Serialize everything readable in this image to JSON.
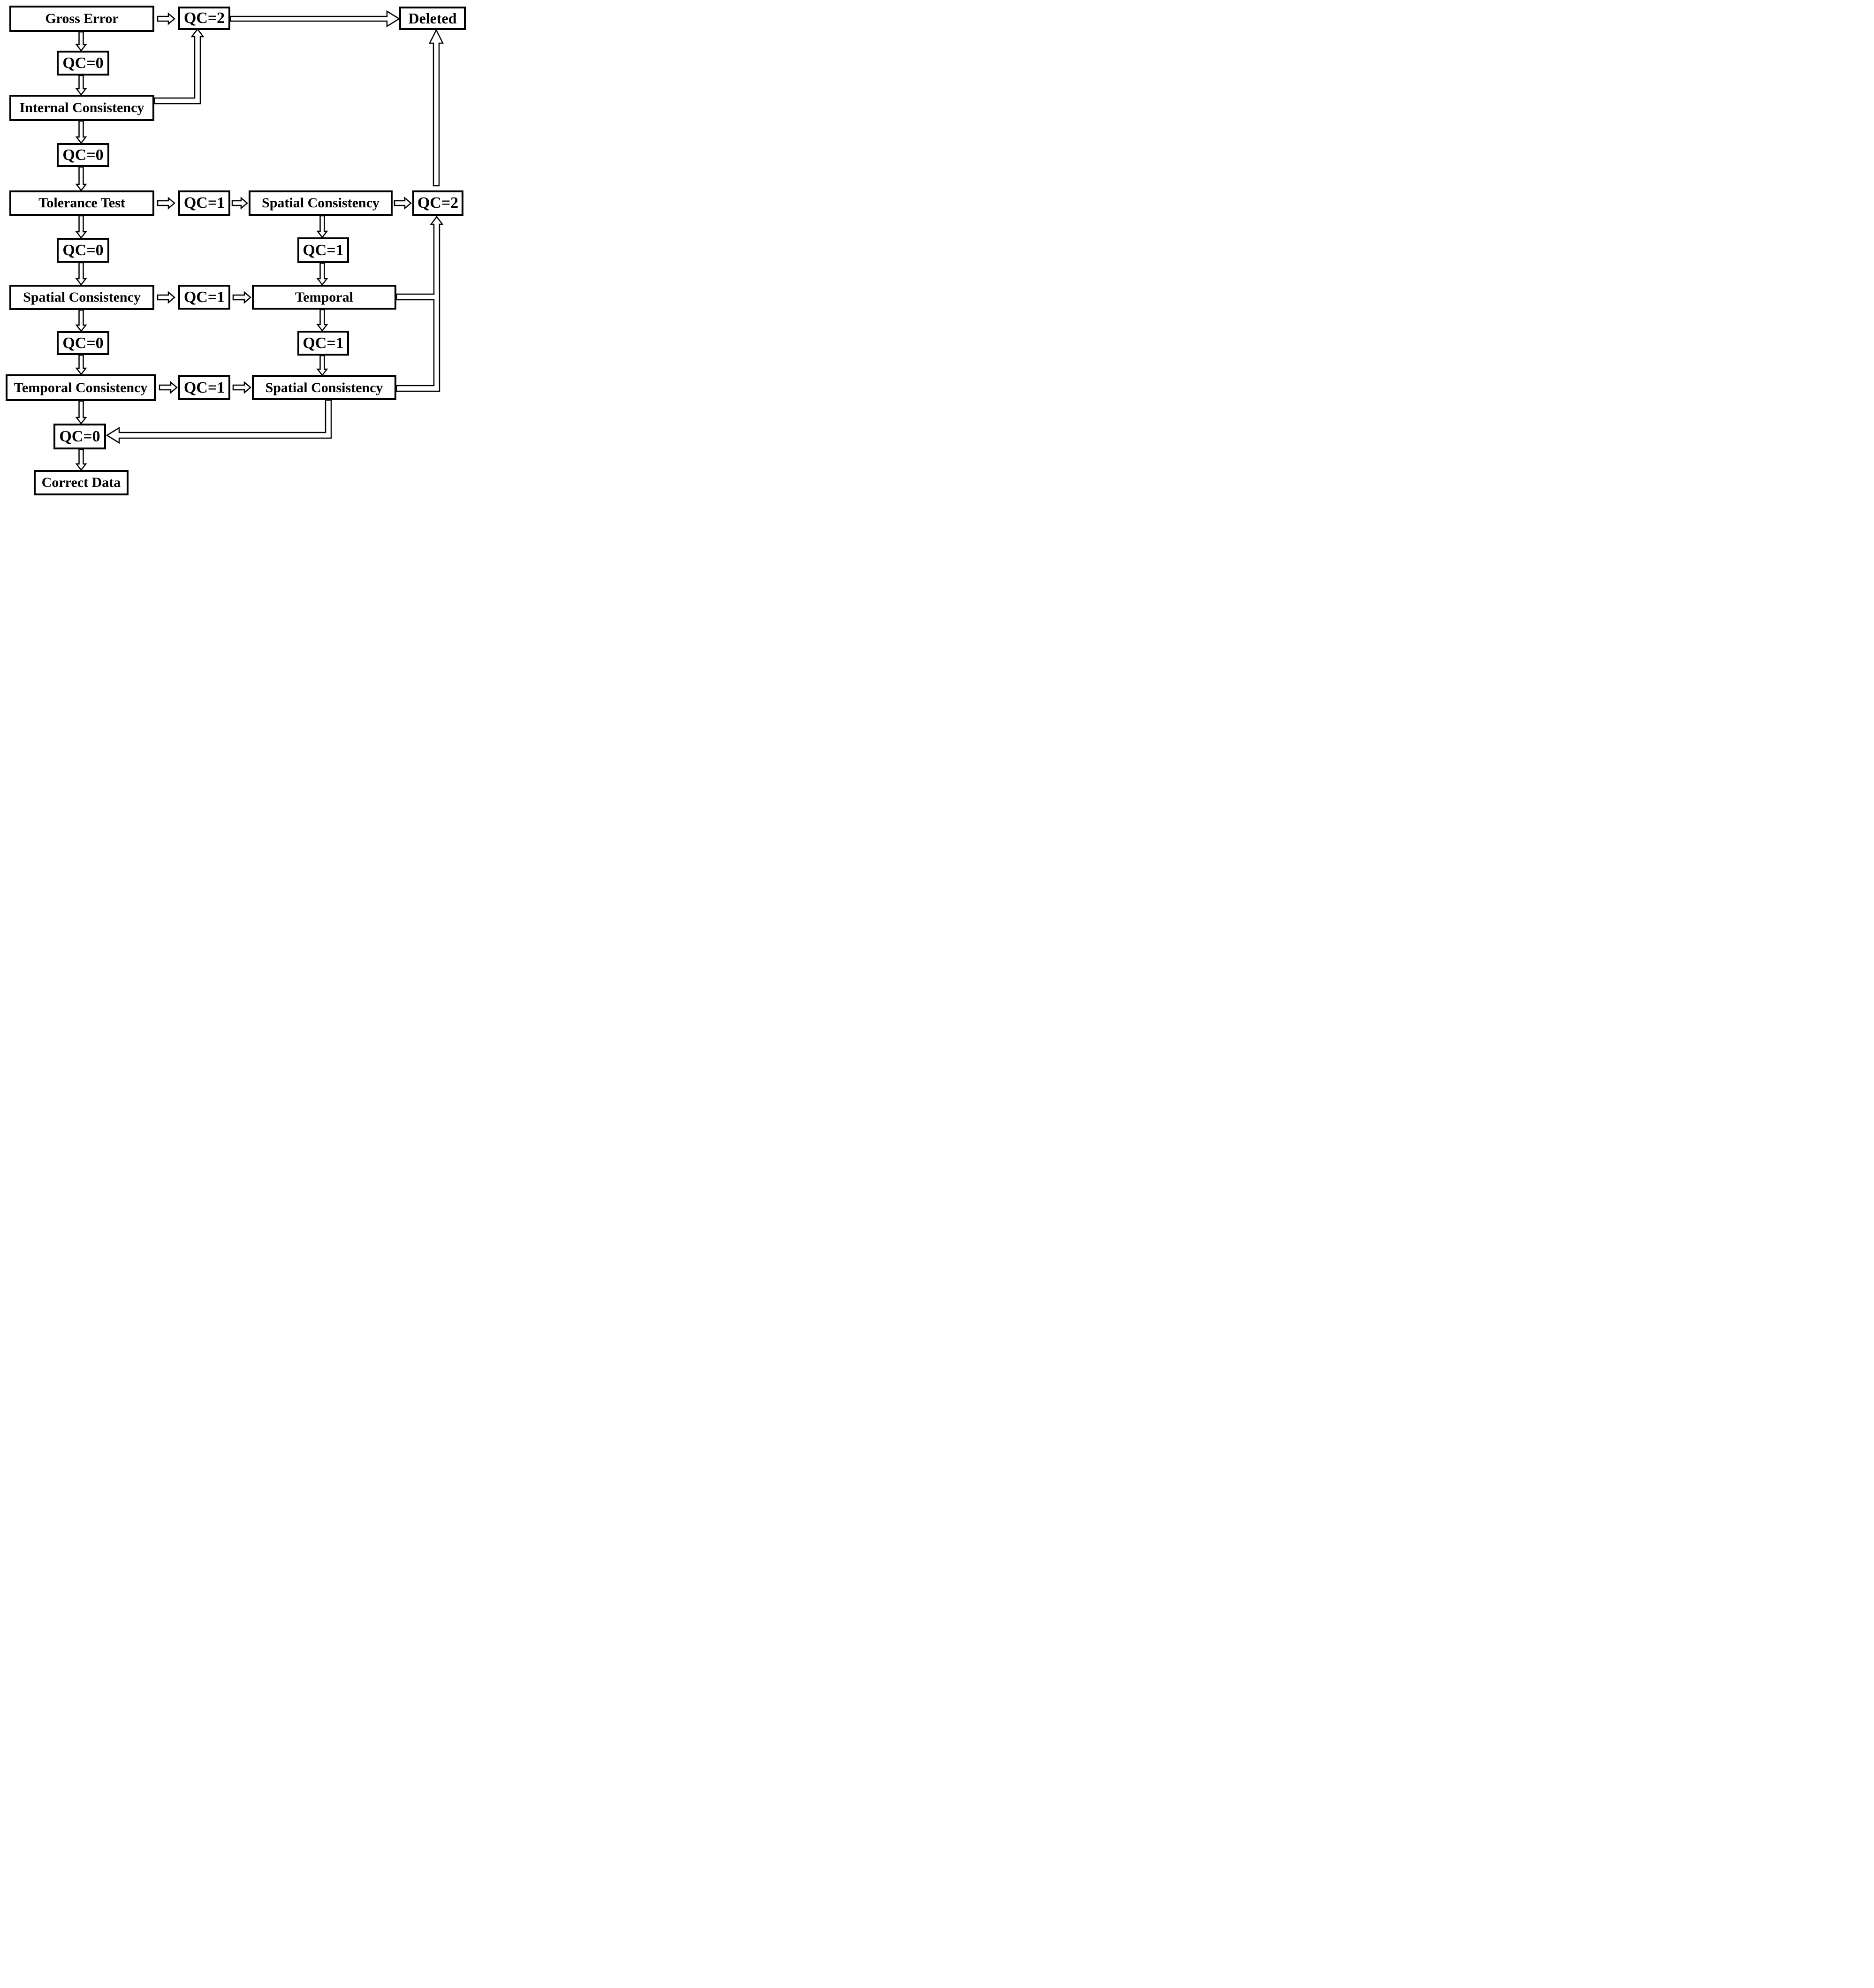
{
  "diagram_type": "flowchart",
  "colors": {
    "line": "#000000",
    "background": "#ffffff"
  },
  "nodes": [
    {
      "id": "gross-error",
      "label": "Gross Error"
    },
    {
      "id": "qc0-1",
      "label": "QC=0"
    },
    {
      "id": "internal-consistency",
      "label": "Internal Consistency"
    },
    {
      "id": "qc0-2",
      "label": "QC=0"
    },
    {
      "id": "tolerance-test",
      "label": "Tolerance Test"
    },
    {
      "id": "qc0-3",
      "label": "QC=0"
    },
    {
      "id": "spatial-consistency-left",
      "label": "Spatial Consistency"
    },
    {
      "id": "qc0-4",
      "label": "QC=0"
    },
    {
      "id": "temporal-consistency",
      "label": "Temporal Consistency"
    },
    {
      "id": "qc0-5",
      "label": "QC=0"
    },
    {
      "id": "correct-data",
      "label": "Correct Data"
    },
    {
      "id": "qc2-top",
      "label": "QC=2"
    },
    {
      "id": "qc1-row3",
      "label": "QC=1"
    },
    {
      "id": "spatial-consistency-mid",
      "label": "Spatial Consistency"
    },
    {
      "id": "qc2-right",
      "label": "QC=2"
    },
    {
      "id": "qc1-mid1",
      "label": "QC=1"
    },
    {
      "id": "qc1-row5",
      "label": "QC=1"
    },
    {
      "id": "temporal",
      "label": "Temporal"
    },
    {
      "id": "qc1-mid2",
      "label": "QC=1"
    },
    {
      "id": "qc1-row7",
      "label": "QC=1"
    },
    {
      "id": "spatial-consistency-bottom",
      "label": "Spatial Consistency"
    },
    {
      "id": "deleted",
      "label": "Deleted"
    }
  ],
  "edges": [
    {
      "from": "gross-error",
      "to": "qc2-top"
    },
    {
      "from": "gross-error",
      "to": "qc0-1"
    },
    {
      "from": "qc0-1",
      "to": "internal-consistency"
    },
    {
      "from": "internal-consistency",
      "to": "qc2-top"
    },
    {
      "from": "qc2-top",
      "to": "deleted"
    },
    {
      "from": "internal-consistency",
      "to": "qc0-2"
    },
    {
      "from": "qc0-2",
      "to": "tolerance-test"
    },
    {
      "from": "tolerance-test",
      "to": "qc1-row3"
    },
    {
      "from": "qc1-row3",
      "to": "spatial-consistency-mid"
    },
    {
      "from": "spatial-consistency-mid",
      "to": "qc2-right"
    },
    {
      "from": "qc2-right",
      "to": "deleted"
    },
    {
      "from": "spatial-consistency-mid",
      "to": "qc1-mid1"
    },
    {
      "from": "qc1-mid1",
      "to": "temporal"
    },
    {
      "from": "tolerance-test",
      "to": "qc0-3"
    },
    {
      "from": "qc0-3",
      "to": "spatial-consistency-left"
    },
    {
      "from": "spatial-consistency-left",
      "to": "qc1-row5"
    },
    {
      "from": "qc1-row5",
      "to": "temporal"
    },
    {
      "from": "temporal",
      "to": "qc2-right"
    },
    {
      "from": "temporal",
      "to": "qc1-mid2"
    },
    {
      "from": "qc1-mid2",
      "to": "spatial-consistency-bottom"
    },
    {
      "from": "spatial-consistency-left",
      "to": "qc0-4"
    },
    {
      "from": "qc0-4",
      "to": "temporal-consistency"
    },
    {
      "from": "temporal-consistency",
      "to": "qc1-row7"
    },
    {
      "from": "qc1-row7",
      "to": "spatial-consistency-bottom"
    },
    {
      "from": "spatial-consistency-bottom",
      "to": "qc2-right"
    },
    {
      "from": "spatial-consistency-bottom",
      "to": "qc0-5"
    },
    {
      "from": "temporal-consistency",
      "to": "qc0-5"
    },
    {
      "from": "qc0-5",
      "to": "correct-data"
    }
  ]
}
